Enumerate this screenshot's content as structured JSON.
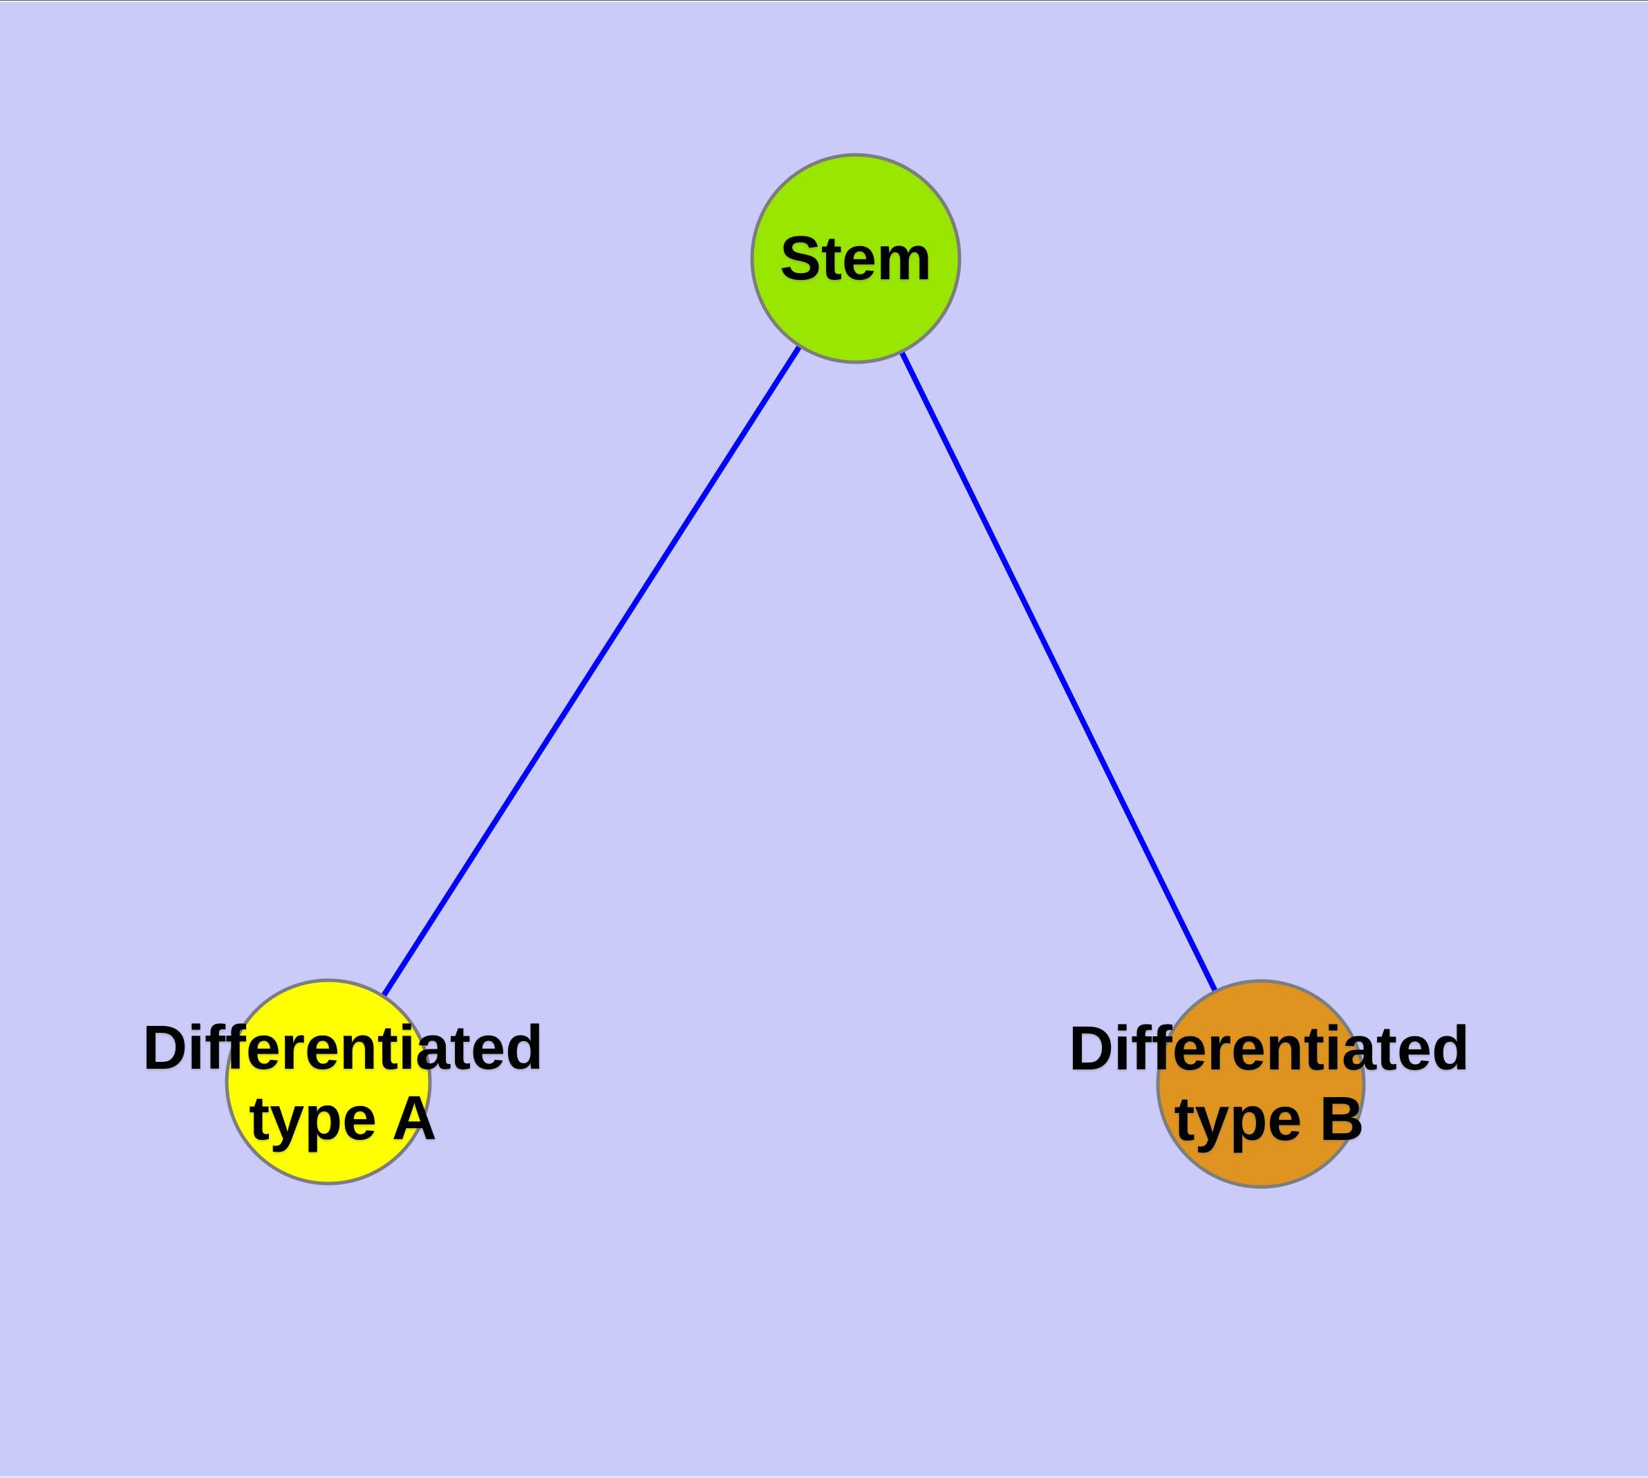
{
  "diagram": {
    "type": "node-link-graph",
    "background_color": "#cbcbfa",
    "edge_color": "#0000ff",
    "node_border_color": "#7d7d7d",
    "label_color": "#000000",
    "nodes": [
      {
        "id": "stem",
        "label": "Stem",
        "label_lines": [
          "Stem"
        ],
        "fill": "#99e600"
      },
      {
        "id": "differentiated-type-a",
        "label": "Differentiated type A",
        "label_lines": [
          "Differentiated",
          "type A"
        ],
        "fill": "#ffff00"
      },
      {
        "id": "differentiated-type-b",
        "label": "Differentiated type B",
        "label_lines": [
          "Differentiated",
          "type B"
        ],
        "fill": "#e09420"
      }
    ],
    "edges": [
      {
        "from": "Stem",
        "to": "Differentiated type A"
      },
      {
        "from": "Stem",
        "to": "Differentiated type B"
      }
    ]
  }
}
